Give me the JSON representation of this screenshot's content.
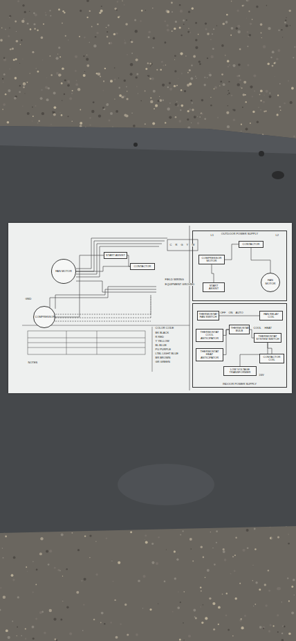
{
  "diagram": {
    "nodes": [
      {
        "text": [
          "FAN MOTOR"
        ]
      },
      {
        "text": [
          "COMPRESSOR"
        ]
      },
      {
        "text": [
          "START ASSIST"
        ]
      },
      {
        "text": [
          "CONTACTOR"
        ]
      },
      {
        "text": [
          "OUTDOOR POWER SUPPLY"
        ]
      },
      {
        "text": [
          "COMPRESSOR MOTOR"
        ],
        "in": 4
      },
      {
        "text": [
          "START ASSIST"
        ],
        "in": 4
      },
      {
        "text": [
          "FAN MOTOR"
        ],
        "in": 4
      },
      {
        "text": [
          "CONTACTOR"
        ],
        "in": 4
      },
      {
        "text": [
          "INDOOR POWER SUPPLY"
        ]
      },
      {
        "text": [
          "THERMOSTAT FAN SWITCH"
        ],
        "in": 9
      },
      {
        "text": [
          "THERMOSTAT COOL ANTICIPATOR"
        ],
        "in": 9
      },
      {
        "text": [
          "THERMOSTAT BULB"
        ],
        "in": 9
      },
      {
        "text": [
          "THERMOSTAT HEAT ANTICIPATOR"
        ],
        "in": 9
      },
      {
        "text": [
          "THERMOSTAT SYSTEM SWITCH"
        ],
        "in": 9
      },
      {
        "text": [
          "FAN RELAY COIL"
        ],
        "in": 9
      },
      {
        "text": [
          "CONTACTOR COIL"
        ],
        "in": 9
      },
      {
        "text": [
          "LOW VOLTAGE TRANSFORMER"
        ],
        "in": 9
      }
    ],
    "edges": [
      {
        "from": 0,
        "to": 3,
        "arrow": "none"
      },
      {
        "from": 1,
        "to": 2,
        "arrow": "none"
      },
      {
        "from": 2,
        "to": 3,
        "arrow": "none"
      },
      {
        "from": 8,
        "to": 5,
        "arrow": "none"
      },
      {
        "from": 8,
        "to": 7,
        "arrow": "none"
      },
      {
        "from": 5,
        "to": 6,
        "arrow": "none"
      },
      {
        "from": 10,
        "to": 15,
        "arrow": "none"
      },
      {
        "from": 11,
        "to": 12,
        "arrow": "none"
      },
      {
        "from": 13,
        "to": 12,
        "arrow": "none"
      },
      {
        "from": 12,
        "to": 14,
        "arrow": "none"
      },
      {
        "from": 14,
        "to": 16,
        "arrow": "none"
      },
      {
        "from": 17,
        "to": 14,
        "arrow": "none"
      }
    ],
    "labels": [
      "COLOR CODE",
      "BK BLACK",
      "R RED",
      "Y YELLOW",
      "BL BLUE",
      "PU PURPLE",
      "LTBL LIGHT BLUE",
      "BR BROWN",
      "GR GREEN",
      "NOTES",
      "FIELD WIRING",
      "EQUIPMENT GROUND",
      "C",
      "R",
      "G",
      "Y",
      "W",
      "L1",
      "L2",
      "OFF",
      "ON",
      "AUTO",
      "COOL",
      "HEAT",
      "24V",
      "GND"
    ]
  }
}
